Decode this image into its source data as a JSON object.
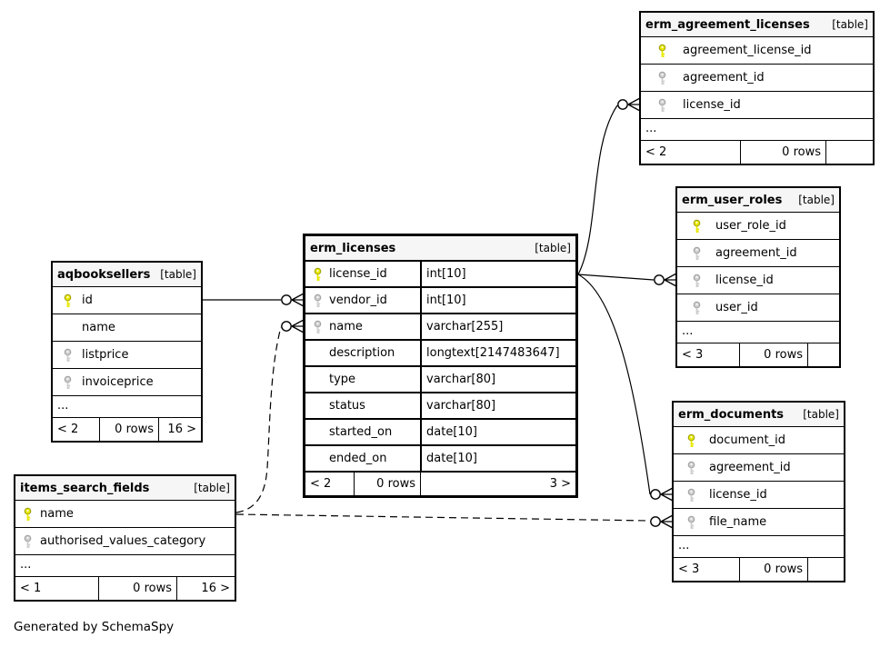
{
  "generated_note": "Generated by SchemaSpy",
  "colors": {
    "primary_key_fill": "#e8e800",
    "primary_key_stroke": "#9b9b00",
    "foreign_key_fill": "#cdcdcd",
    "foreign_key_stroke": "#9e9e9e",
    "line": "#000000",
    "header_bg": "#f6f6f6"
  },
  "tables": {
    "erm_agreement_licenses": {
      "name": "erm_agreement_licenses",
      "tag": "[table]",
      "rows": [
        {
          "name": "agreement_license_id",
          "key": "pk"
        },
        {
          "name": "agreement_id",
          "key": "fk"
        },
        {
          "name": "license_id",
          "key": "fk"
        }
      ],
      "ellipsis": "...",
      "footer": {
        "left": "< 2",
        "mid": "0 rows",
        "right": ""
      }
    },
    "erm_user_roles": {
      "name": "erm_user_roles",
      "tag": "[table]",
      "rows": [
        {
          "name": "user_role_id",
          "key": "pk"
        },
        {
          "name": "agreement_id",
          "key": "fk"
        },
        {
          "name": "license_id",
          "key": "fk"
        },
        {
          "name": "user_id",
          "key": "fk"
        }
      ],
      "ellipsis": "...",
      "footer": {
        "left": "< 3",
        "mid": "0 rows",
        "right": ""
      }
    },
    "erm_licenses": {
      "name": "erm_licenses",
      "tag": "[table]",
      "rows": [
        {
          "name": "license_id",
          "type": "int[10]",
          "key": "pk"
        },
        {
          "name": "vendor_id",
          "type": "int[10]",
          "key": "fk"
        },
        {
          "name": "name",
          "type": "varchar[255]",
          "key": "fk"
        },
        {
          "name": "description",
          "type": "longtext[2147483647]",
          "key": ""
        },
        {
          "name": "type",
          "type": "varchar[80]",
          "key": ""
        },
        {
          "name": "status",
          "type": "varchar[80]",
          "key": ""
        },
        {
          "name": "started_on",
          "type": "date[10]",
          "key": ""
        },
        {
          "name": "ended_on",
          "type": "date[10]",
          "key": ""
        }
      ],
      "footer": {
        "left": "< 2",
        "mid": "0 rows",
        "right": "3 >"
      }
    },
    "aqbooksellers": {
      "name": "aqbooksellers",
      "tag": "[table]",
      "rows": [
        {
          "name": "id",
          "key": "pk"
        },
        {
          "name": "name",
          "key": ""
        },
        {
          "name": "listprice",
          "key": "fk"
        },
        {
          "name": "invoiceprice",
          "key": "fk"
        }
      ],
      "ellipsis": "...",
      "footer": {
        "left": "< 2",
        "mid": "0 rows",
        "right": "16 >"
      }
    },
    "items_search_fields": {
      "name": "items_search_fields",
      "tag": "[table]",
      "rows": [
        {
          "name": "name",
          "key": "pk"
        },
        {
          "name": "authorised_values_category",
          "key": "fk"
        }
      ],
      "ellipsis": "...",
      "footer": {
        "left": "< 1",
        "mid": "0 rows",
        "right": "16 >"
      }
    },
    "erm_documents": {
      "name": "erm_documents",
      "tag": "[table]",
      "rows": [
        {
          "name": "document_id",
          "key": "pk"
        },
        {
          "name": "agreement_id",
          "key": "fk"
        },
        {
          "name": "license_id",
          "key": "fk"
        },
        {
          "name": "file_name",
          "key": "fk"
        }
      ],
      "ellipsis": "...",
      "footer": {
        "left": "< 3",
        "mid": "0 rows",
        "right": ""
      }
    }
  },
  "relations": [
    {
      "parent": "aqbooksellers.id",
      "child": "erm_licenses.vendor_id",
      "style": "solid"
    },
    {
      "parent": "erm_licenses.license_id",
      "child": "erm_agreement_licenses.license_id",
      "style": "solid"
    },
    {
      "parent": "erm_licenses.license_id",
      "child": "erm_user_roles.license_id",
      "style": "solid"
    },
    {
      "parent": "erm_licenses.license_id",
      "child": "erm_documents.license_id",
      "style": "solid"
    },
    {
      "parent": "items_search_fields.name",
      "child": "erm_licenses.name",
      "style": "dashed"
    },
    {
      "parent": "items_search_fields.name",
      "child": "erm_documents.file_name",
      "style": "dashed"
    }
  ]
}
